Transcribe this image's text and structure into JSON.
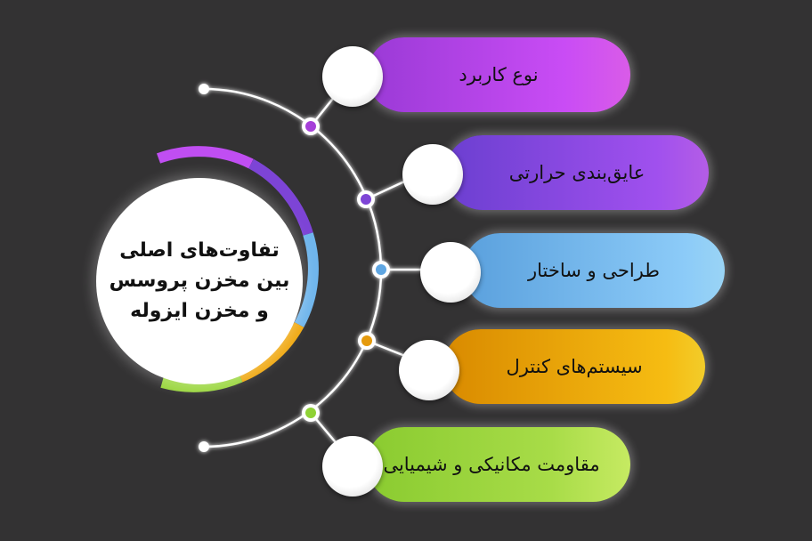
{
  "title": {
    "lines": [
      "تفاوت‌های اصلی",
      "بین مخزن پروسس",
      "و مخزن ایزوله"
    ]
  },
  "items": [
    {
      "label": "نوع کاربرد",
      "color_start": "#9a3ad6",
      "color_end": "#c94cf5",
      "dot_color": "#a63fd9"
    },
    {
      "label": "عایق‌بندی حرارتی",
      "color_start": "#6b3fd0",
      "color_end": "#a050ee",
      "dot_color": "#7e44d6"
    },
    {
      "label": "طراحی و ساختار",
      "color_start": "#5aa0dd",
      "color_end": "#8ccbf8",
      "dot_color": "#5fa6e2"
    },
    {
      "label": "سیستم‌های کنترل",
      "color_start": "#d98a00",
      "color_end": "#f6bc12",
      "dot_color": "#e59a08"
    },
    {
      "label": "مقاومت مکانیکی و شیمیایی",
      "color_start": "#8acb30",
      "color_end": "#c0e85a",
      "dot_color": "#8fd236"
    }
  ],
  "colors": {
    "background": "#333233",
    "connector": "#ffffff"
  }
}
